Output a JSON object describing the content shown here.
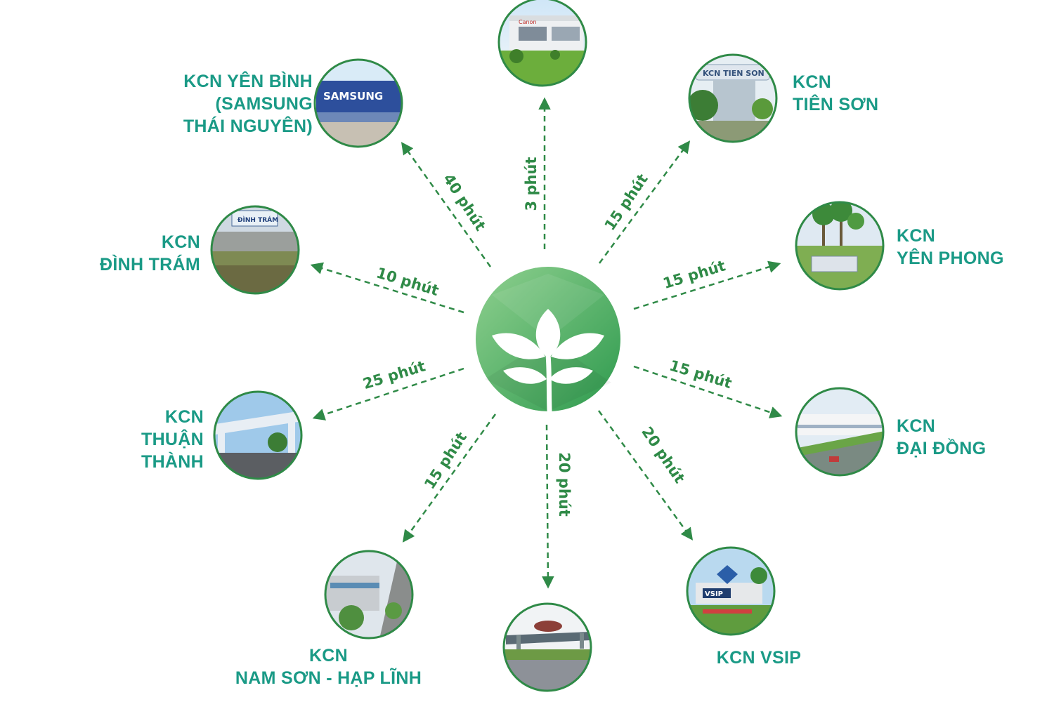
{
  "colors": {
    "label": "#1a9a86",
    "arrow": "#2f8a47",
    "hub_light": "#6fc27c",
    "hub_dark": "#2e9a4e",
    "ring": "#2f8a47"
  },
  "hub": {
    "icon": "leaf-tree-logo"
  },
  "destinations": [
    {
      "id": "top",
      "label_lines": [],
      "time": "3 phút"
    },
    {
      "id": "yen-binh",
      "label_lines": [
        "KCN YÊN BÌNH",
        "(SAMSUNG",
        "THÁI NGUYÊN)"
      ],
      "photo_text": "SAMSUNG",
      "time": "40 phút"
    },
    {
      "id": "tien-son",
      "label_lines": [
        "KCN",
        "TIÊN SƠN"
      ],
      "photo_text": "KCN TIEN SON",
      "time": "15 phút"
    },
    {
      "id": "dinh-tram",
      "label_lines": [
        "KCN",
        "ĐÌNH TRÁM"
      ],
      "photo_text": "ĐÌNH TRÁM",
      "time": "10 phút"
    },
    {
      "id": "yen-phong",
      "label_lines": [
        "KCN",
        "YÊN PHONG"
      ],
      "time": "15 phút"
    },
    {
      "id": "thuan-thanh",
      "label_lines": [
        "KCN",
        "THUẬN",
        "THÀNH"
      ],
      "time": "25 phút"
    },
    {
      "id": "dai-dong",
      "label_lines": [
        "KCN",
        "ĐẠI ĐỒNG"
      ],
      "time": "15 phút"
    },
    {
      "id": "nam-son-hap-linh",
      "label_lines": [
        "KCN",
        "NAM SƠN - HẠP LĨNH"
      ],
      "time": "15 phút"
    },
    {
      "id": "bottom",
      "label_lines": [],
      "time": "20 phút"
    },
    {
      "id": "vsip",
      "label_lines": [
        "KCN VSIP"
      ],
      "photo_text": "VSIP",
      "time": "20 phút"
    }
  ]
}
